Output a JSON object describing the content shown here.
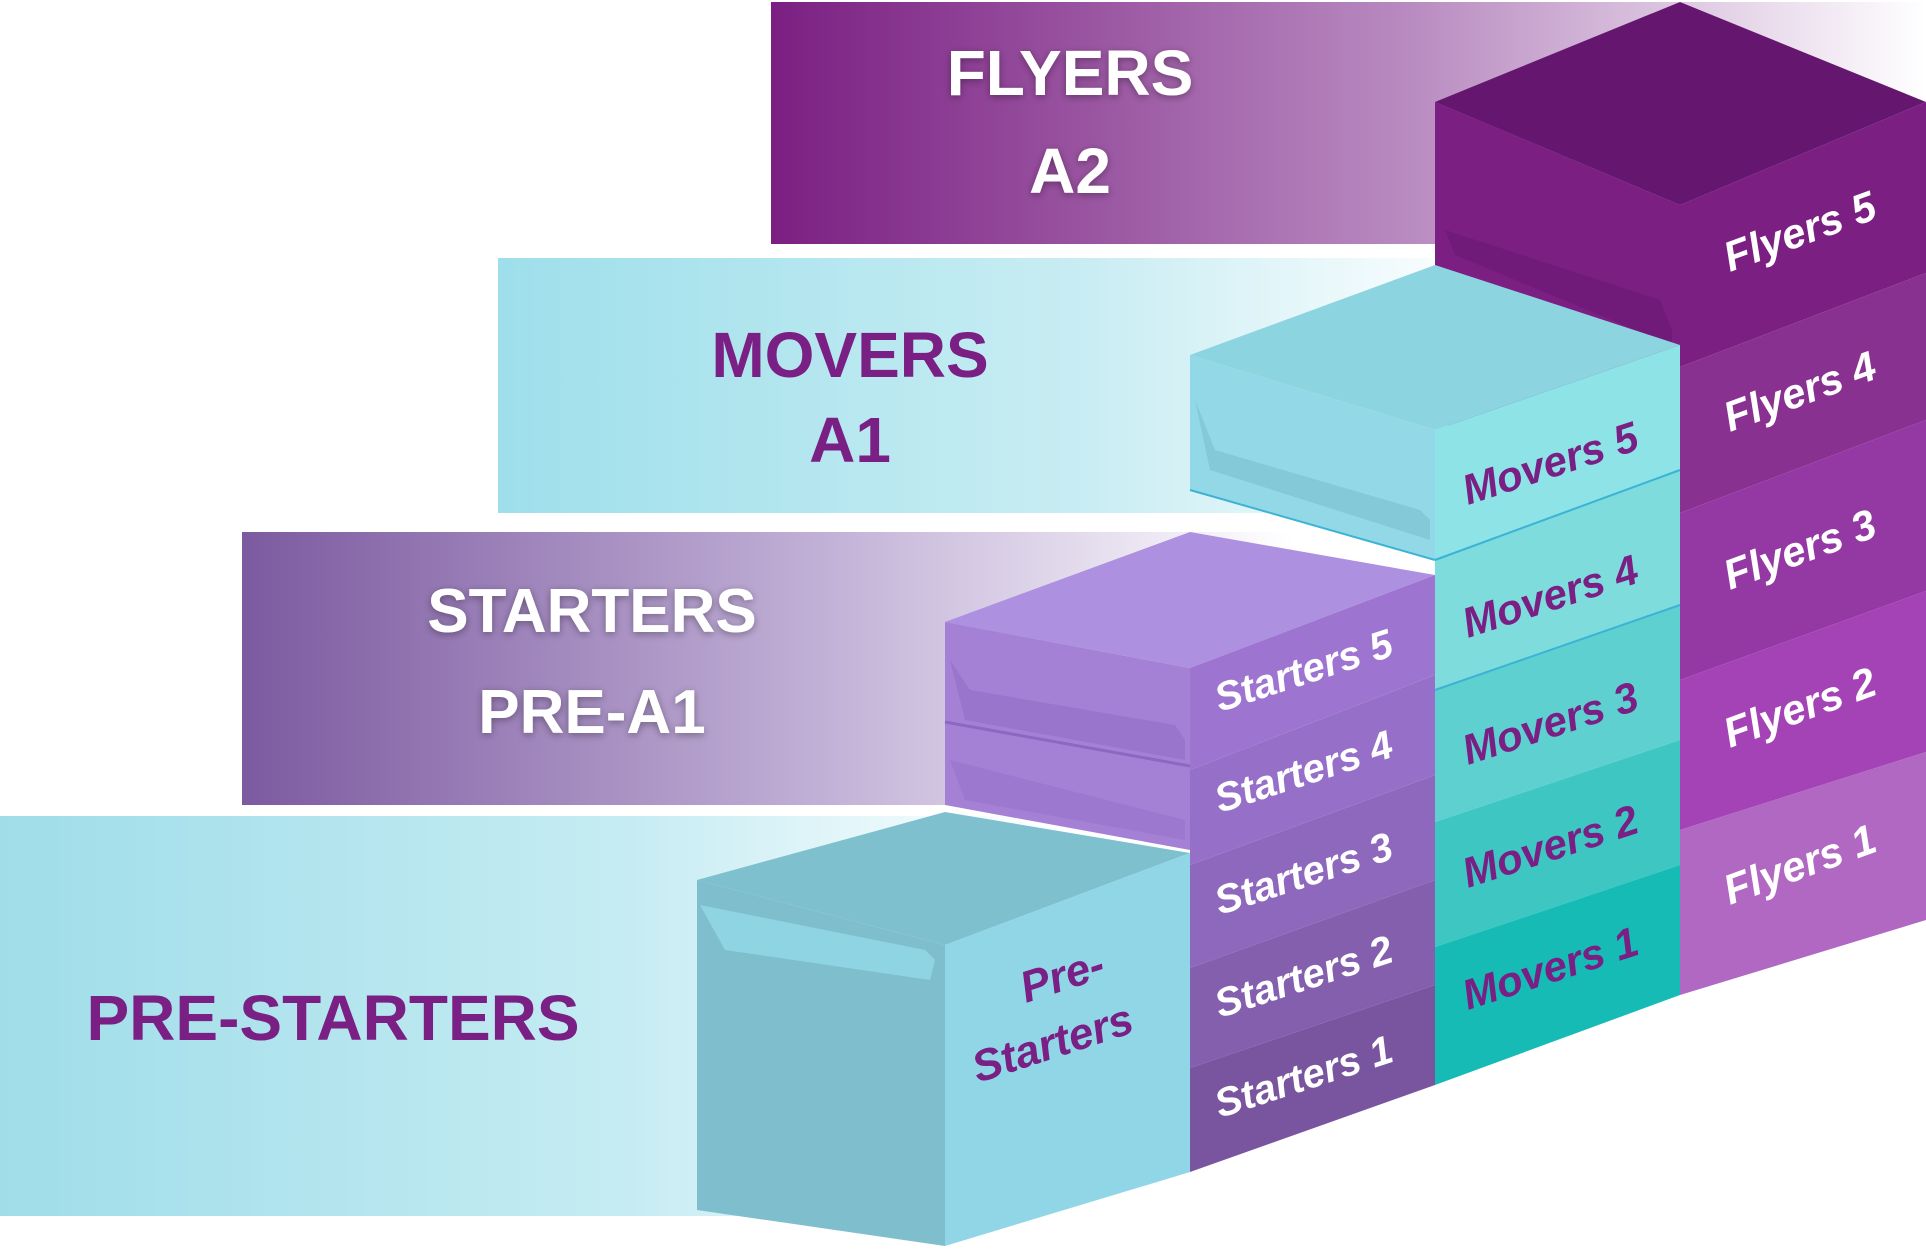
{
  "colors": {
    "flyers_purple": "#7b1f82",
    "flyers_dark": "#651770",
    "flyers_light": "#b067c2",
    "movers_cyan": "#8ee6e6",
    "movers_teal": "#16bbb5",
    "movers_top": "#93d8e6",
    "starters_violet": "#a581d6",
    "starters_dark": "#7c58a0",
    "prestarters_blue": "#91d6e6",
    "text_purple": "#7a1f83",
    "text_white": "#ffffff"
  },
  "levels": {
    "flyers": {
      "name": "FLYERS",
      "cefr": "A2",
      "steps": [
        "Flyers 5",
        "Flyers 4",
        "Flyers 3",
        "Flyers 2",
        "Flyers 1"
      ]
    },
    "movers": {
      "name": "MOVERS",
      "cefr": "A1",
      "steps": [
        "Movers 5",
        "Movers 4",
        "Movers 3",
        "Movers 2",
        "Movers 1"
      ]
    },
    "starters": {
      "name": "STARTERS",
      "cefr": "PRE-A1",
      "steps": [
        "Starters 5",
        "Starters 4",
        "Starters 3",
        "Starters 2",
        "Starters 1"
      ]
    },
    "prestarters": {
      "name": "PRE-STARTERS",
      "block_label_line1": "Pre-",
      "block_label_line2": "Starters"
    }
  }
}
